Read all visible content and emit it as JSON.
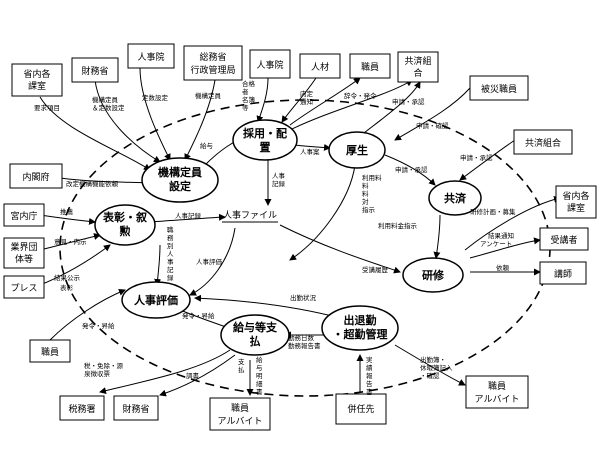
{
  "external_boxes": {
    "shonaikaku_left": [
      "省内各",
      "課室"
    ],
    "zaimusho": "財務省",
    "jinjiin_top": "人事院",
    "somusho": [
      "総務省",
      "行政管理局"
    ],
    "jinjiin_top2": "人事院",
    "jinzai": "人材",
    "shokuin_top": "職員",
    "kyosai_kumiai_top": [
      "共済組",
      "合"
    ],
    "hisai_shokuin": "被災職員",
    "kyosai_kumiai_right": "共済組合",
    "naikakufu": "内閣府",
    "shonaikaku_right": [
      "省内各",
      "課室"
    ],
    "kunaicho": "宮内庁",
    "jukosha": "受講者",
    "gyokai_dantai": [
      "業界団",
      "体等"
    ],
    "koushi": "講師",
    "press": "プレス",
    "shokuin_left": "職員",
    "zeimusho": "税務署",
    "zaimusho_bottom": "財務省",
    "shokuin_arbeit_bottom": [
      "職員",
      "アルバイト"
    ],
    "heininsaki": "併任先",
    "shokuin_arbeit_right": [
      "職員",
      "アルバイト"
    ]
  },
  "core_nodes": {
    "kiko_teiin": [
      "機構定員",
      "設定"
    ],
    "saiyo_haichi": [
      "採用・配",
      "置"
    ],
    "kosei": "厚生",
    "kyosai": "共済",
    "hyosho": [
      "表彰・叙",
      "勲"
    ],
    "jinji_file": "人事ファイル",
    "kenshu": "研修",
    "jinji_hyoka": "人事評価",
    "kyuyo": [
      "給与等支",
      "払"
    ],
    "shuttaikin": [
      "出退勤",
      "・超勤管理"
    ]
  },
  "edge_labels": {
    "yokyu_jiko": "要求項目",
    "kiko_teiin_teiin_ketsutei": [
      "機構定員",
      "＆定数設定"
    ],
    "teisu_settei": "定数設定",
    "kiko_teiin_small": "機構定員",
    "gokaku_meibo": [
      "合格",
      "者",
      "名簿",
      "等"
    ],
    "naitei_tsuchi": [
      "内定",
      "通知"
    ],
    "jirei_hatsurei": "辞令・発令",
    "shinsei_shoshu": "申請・承認",
    "shinsei_kakunin": "申請・確認",
    "kyuyo_small": "給与",
    "jinji_an": "人事案",
    "shinsei_shonin2": "申請・承認",
    "shinsei_shonin3": "申請・承認",
    "kaitei_kiko": "改定機構機能依頼",
    "riyo_ryokin": [
      "利用料",
      "料",
      "料",
      "対",
      "指示"
    ],
    "jinji_kiroku": [
      "人事",
      "記録"
    ],
    "suisen": "推薦",
    "jinji_kiroku2": "人事記録",
    "kenshu_keikaku": "研修計画・募集",
    "kekka_tsuchi": "結果通知",
    "anketo": "アンケート",
    "iken_uchiage": "意見・内示",
    "jukoshiki": "受講履歴",
    "riyo_ryokin_shiji": "利用料金指示",
    "irai": "依頼",
    "kekka_koho": [
      "結果公示",
      "表彰"
    ],
    "shokumu_jinji": [
      "職",
      "務",
      "別",
      "人",
      "事",
      "記",
      "録"
    ],
    "jinji_hyoka_small": "人事評価",
    "hatsurei_gyoseki": "発令・昇給",
    "shutsudo_jokyo": "出勤状況",
    "hakkyu_shokyu": "発令・昇給",
    "kinmu_nissu": [
      "勤務日数",
      "勤務報告書"
    ],
    "zei_kenkyu": [
      "税・免除・源",
      "泉徴収票"
    ],
    "chosho": "調書",
    "kyuyo_meisai": [
      "給",
      "与",
      "明",
      "細",
      "書"
    ],
    "shiharai": [
      "支",
      "払"
    ],
    "jisseki_hokoku": [
      "実",
      "績",
      "報",
      "告",
      "書"
    ],
    "shukkinbo": [
      "出勤簿・",
      "休暇簿記入",
      "・確認"
    ]
  }
}
